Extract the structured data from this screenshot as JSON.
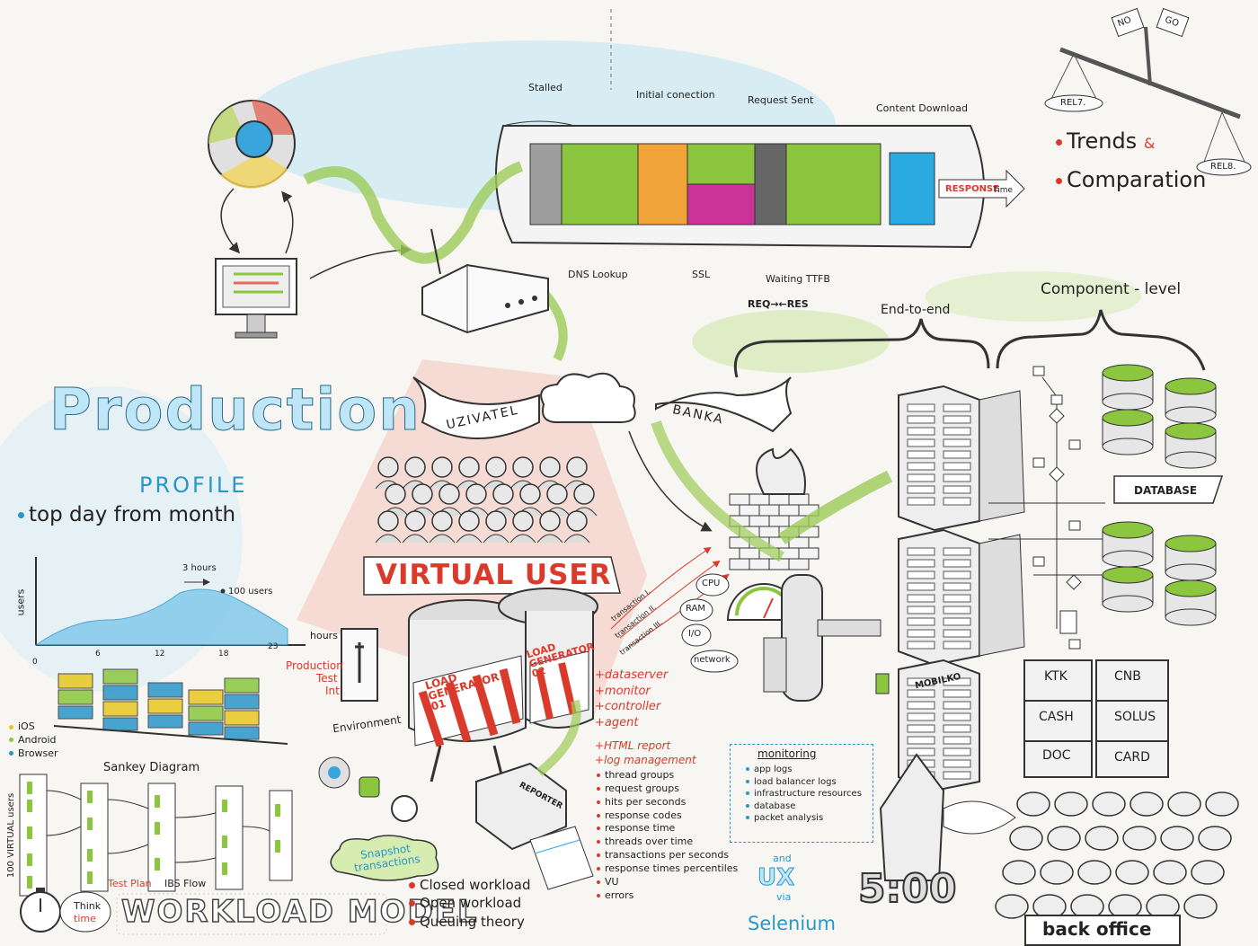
{
  "colors": {
    "stalled": "#9e9e9e",
    "initial_connection": "#f0a43a",
    "dns": "#8cc63f",
    "ssl": "#cc3399",
    "waiting": "#8cc63f",
    "content_download": "#29abe2",
    "accent_red": "#d93a2b",
    "accent_blue": "#2a96c9"
  },
  "timing": {
    "stalled": "Stalled",
    "initial_connection": "Initial conection",
    "request_sent": "Request Sent",
    "content_download": "Content Download",
    "dns_lookup": "DNS Lookup",
    "ssl": "SSL",
    "waiting_ttfb": "Waiting TTFB",
    "req_res": "REQ→←RES",
    "response": "RESPONSE",
    "time": "Time"
  },
  "scale": {
    "no": "NO",
    "go": "GO",
    "rel7": "REL7.",
    "rel8": "REL8.",
    "trends": "Trends",
    "amp": "&",
    "comparation": "Comparation"
  },
  "levels": {
    "end_to_end": "End-to-end",
    "component_level": "Component - level"
  },
  "banners": {
    "uzivatel": "UZIVATEL",
    "banka": "BANKA",
    "database": "DATABASE"
  },
  "production": {
    "title": "Production",
    "subtitle": "PROFILE",
    "bullet": "top day from month",
    "users_axis": "users",
    "hours_axis": "hours",
    "three_hours": "3 hours",
    "peak": "100 users",
    "ticks": [
      "0",
      "6",
      "12",
      "18",
      "23"
    ]
  },
  "virtual_user": {
    "title": "VIRTUAL USER",
    "lg1": "LOAD GENERATOR 01",
    "lg2": "LOAD GENERATOR 02",
    "environment": "Environment",
    "env_list": [
      "Production",
      "Test",
      "Int"
    ],
    "transactions": [
      "transaction I.",
      "transaction II.",
      "transaction III."
    ],
    "resources": [
      "CPU",
      "RAM",
      "I/O",
      "network"
    ],
    "components": [
      "dataserver",
      "monitor",
      "controller",
      "agent"
    ],
    "reporter": "REPORTER"
  },
  "report": {
    "items_top": [
      "HTML report",
      "log management"
    ],
    "items": [
      "thread groups",
      "request groups",
      "hits per seconds",
      "response codes",
      "response time",
      "threads over time",
      "transactions per seconds",
      "response times percentiles",
      "VU",
      "errors"
    ]
  },
  "devices": {
    "items": [
      "iOS",
      "Android",
      "Browser"
    ],
    "colors": [
      "#e8c820",
      "#8cc63f",
      "#2a96c9"
    ]
  },
  "sankey": {
    "title": "Sankey Diagram",
    "side": "100 VIRTUAL users"
  },
  "workload": {
    "test_plan": "Test Plan",
    "ibs_flow": "IBS Flow",
    "think": "Think",
    "time": "time",
    "title": "WORKLOAD MODEL",
    "snapshot": "Snapshot transactions",
    "models": [
      "Closed workload",
      "Open workload",
      "Queuing theory"
    ]
  },
  "monitoring": {
    "title": "monitoring",
    "items": [
      "app logs",
      "load balancer logs",
      "infrastructure resources",
      "database",
      "packet analysis"
    ]
  },
  "ux": {
    "and": "and",
    "ux": "UX",
    "via": "via",
    "selenium": "Selenium"
  },
  "backoffice": {
    "mobilko": "MOBILKO",
    "ktk": "KTK",
    "cnb": "CNB",
    "cash": "CASH",
    "solus": "SOLUS",
    "doc": "DOC",
    "card": "CARD",
    "clock": "5:00",
    "back_office": "back office"
  }
}
